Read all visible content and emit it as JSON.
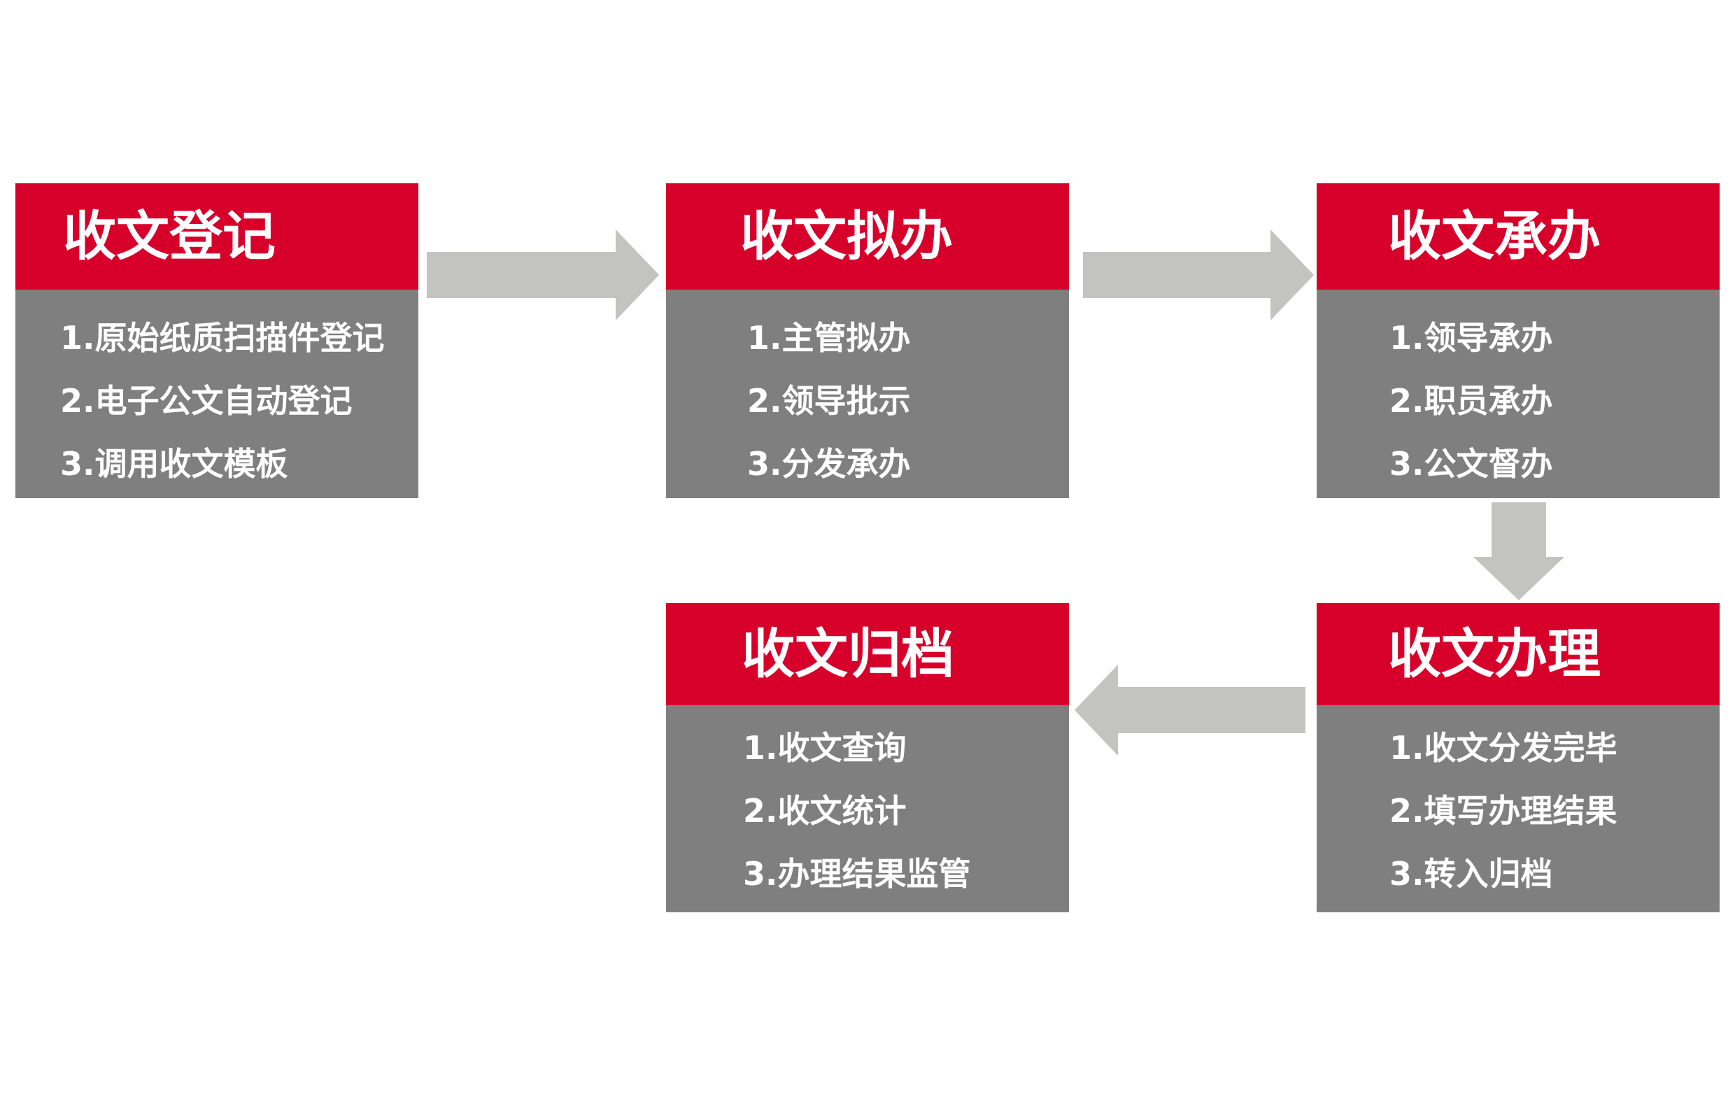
{
  "colors": {
    "header": "#d7002b",
    "body": "#7f7f7f",
    "arrow": "#c3c3c1",
    "text": "#ffffff"
  },
  "steps": [
    {
      "title": "收文登记",
      "items": [
        "1.原始纸质扫描件登记",
        "2.电子公文自动登记",
        "3.调用收文模板"
      ]
    },
    {
      "title": "收文拟办",
      "items": [
        "1.主管拟办",
        "2.领导批示",
        "3.分发承办"
      ]
    },
    {
      "title": "收文承办",
      "items": [
        "1.领导承办",
        "2.职员承办",
        "3.公文督办"
      ]
    },
    {
      "title": "收文办理",
      "items": [
        "1.收文分发完毕",
        "2.填写办理结果",
        "3.转入归档"
      ]
    },
    {
      "title": "收文归档",
      "items": [
        "1.收文查询",
        "2.收文统计",
        "3.办理结果监管"
      ]
    }
  ]
}
